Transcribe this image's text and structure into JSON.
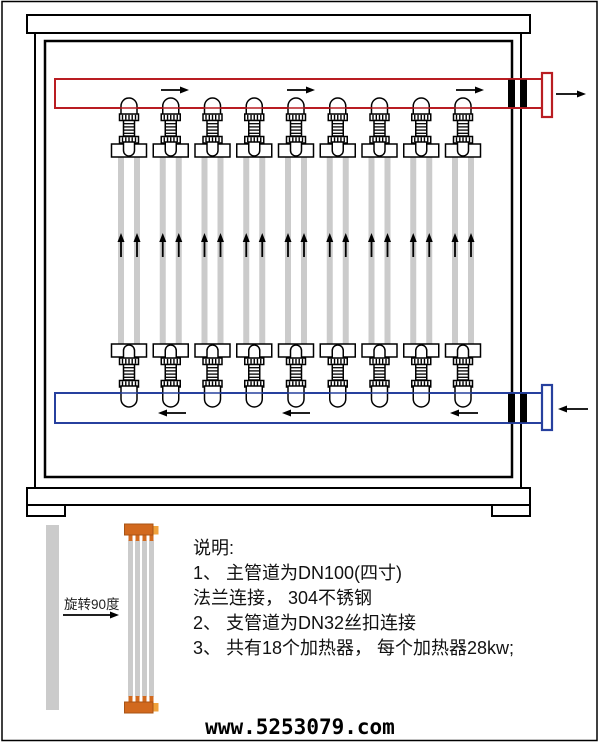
{
  "diagram": {
    "heater_unit_count": 9,
    "tubes_per_unit": 2,
    "total_heaters": 18,
    "colors": {
      "hot_pipe": "#b91d22",
      "cold_pipe": "#27409e",
      "tube_gray": "#cbcbcb",
      "outline": "#000000",
      "cap_orange": "#d2691e",
      "cap_orange_light": "#f0a23c",
      "fill_white": "#ffffff"
    },
    "flow": {
      "top_pipe_direction": "right",
      "bottom_pipe_direction": "left",
      "tube_direction": "up"
    }
  },
  "legend": {
    "rotate_label": "旋转90度"
  },
  "notes": {
    "title": "说明:",
    "lines": [
      "1、 主管道为DN100(四寸)",
      "法兰连接， 304不锈钢",
      "2、 支管道为DN32丝扣连接",
      "3、 共有18个加热器， 每个加热器28kw;"
    ]
  },
  "watermark": "www.5253079.com"
}
